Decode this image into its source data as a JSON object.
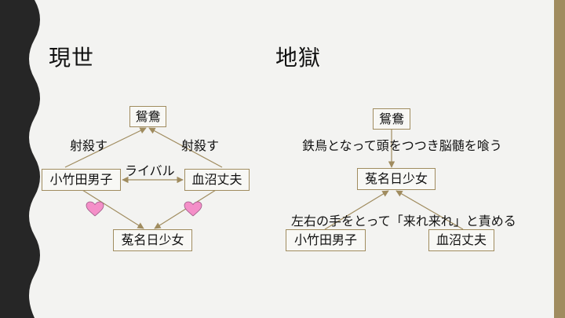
{
  "slide": {
    "left": {
      "title": "現世",
      "nodes": {
        "oshidori": "鴛鴦",
        "otoko": "小竹田男子",
        "chinu": "血沼丈夫",
        "unai": "菟名日少女"
      },
      "labels": {
        "shoot_left": "射殺す",
        "shoot_right": "射殺す",
        "rival": "ライバル"
      },
      "icons": [
        "heart-icon",
        "heart-icon"
      ]
    },
    "right": {
      "title": "地獄",
      "nodes": {
        "oshidori": "鴛鴦",
        "unai": "菟名日少女",
        "otoko": "小竹田男子",
        "chinu": "血沼丈夫"
      },
      "labels": {
        "bird": "鉄鳥となって頭をつつき脳髄を喰う",
        "call": "左右の手をとって「来れ来れ」と責める"
      }
    }
  },
  "colors": {
    "accent": "#a08c5f",
    "heart": "#f48fc8",
    "left_band": "#262626",
    "background": "#f3f3f1"
  }
}
